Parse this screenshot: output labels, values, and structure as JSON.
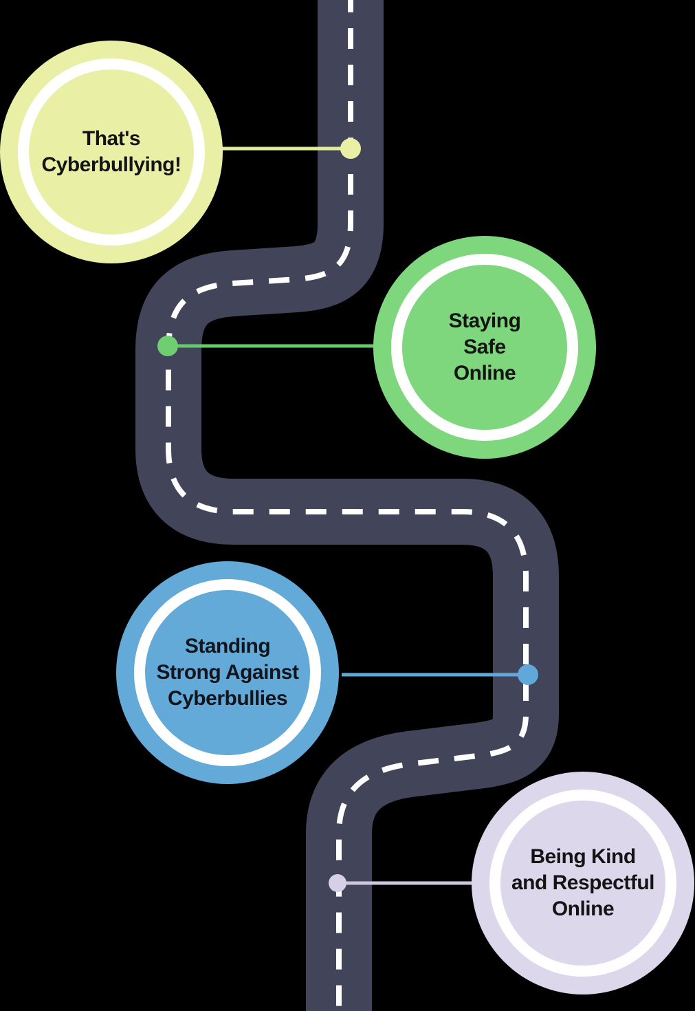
{
  "background": "#000000",
  "road": {
    "surface_color": "#42455a",
    "centerline_color": "#ffffff"
  },
  "milestones": [
    {
      "name": "thats-cyberbullying",
      "lines": [
        "That's",
        "Cyberbullying!"
      ],
      "fill": "#e9f0a5",
      "ring_color": "#ffffff",
      "text_color": "#141414",
      "connector_color": "#e2ec96",
      "dot_color": "#e9f0a5"
    },
    {
      "name": "staying-safe-online",
      "lines": [
        "Staying",
        "Safe",
        "Online"
      ],
      "fill": "#7fd77d",
      "ring_color": "#ffffff",
      "text_color": "#141414",
      "connector_color": "#68cb6b",
      "dot_color": "#6fcf70"
    },
    {
      "name": "standing-strong-against-cyberbullies",
      "lines": [
        "Standing",
        "Strong Against",
        "Cyberbullies"
      ],
      "fill": "#63aad9",
      "ring_color": "#ffffff",
      "text_color": "#12151c",
      "connector_color": "#60a8d9",
      "dot_color": "#60a8d9"
    },
    {
      "name": "being-kind-and-respectful-online",
      "lines": [
        "Being Kind",
        "and Respectful",
        "Online"
      ],
      "fill": "#ddd7ec",
      "ring_color": "#ffffff",
      "text_color": "#141414",
      "connector_color": "#cfc8e2",
      "dot_color": "#d6cfe7"
    }
  ]
}
